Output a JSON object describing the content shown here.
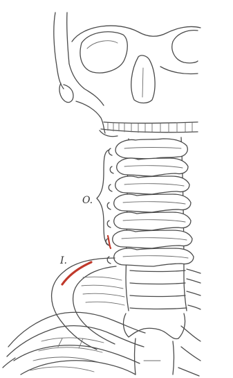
{
  "labels": {
    "origin": "O.",
    "insertion": "I."
  },
  "colors": {
    "line": "#4a4a4a",
    "muscle_highlight": "#c0392b"
  },
  "structures": [
    "skull",
    "mandible",
    "cervical-vertebrae",
    "first-rib",
    "clavicle",
    "ribs",
    "sternum"
  ]
}
